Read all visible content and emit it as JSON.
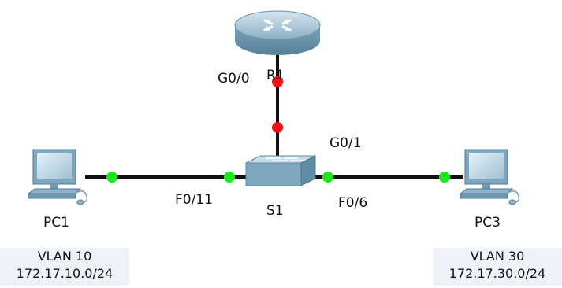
{
  "colors": {
    "link": "#111111",
    "port_up": "#1ee51e",
    "port_down": "#ee1111",
    "device_blue": "#8fb3c8",
    "label_box_bg": "#eef1f6"
  },
  "devices": {
    "router": {
      "name": "R1",
      "icon": "router-icon"
    },
    "switch": {
      "name": "S1",
      "icon": "switch-icon"
    },
    "pc1": {
      "name": "PC1",
      "icon": "pc-icon"
    },
    "pc3": {
      "name": "PC3",
      "icon": "pc-icon"
    }
  },
  "ports": {
    "router_g0_0": {
      "label": "G0/0",
      "status": "down"
    },
    "switch_g0_1": {
      "label": "G0/1",
      "status": "down"
    },
    "switch_f0_11": {
      "label": "F0/11",
      "status": "up"
    },
    "switch_f0_6": {
      "label": "F0/6",
      "status": "up"
    }
  },
  "vlan_boxes": {
    "left": {
      "vlan": "VLAN 10",
      "network": "172.17.10.0/24"
    },
    "right": {
      "vlan": "VLAN 30",
      "network": "172.17.30.0/24"
    }
  }
}
